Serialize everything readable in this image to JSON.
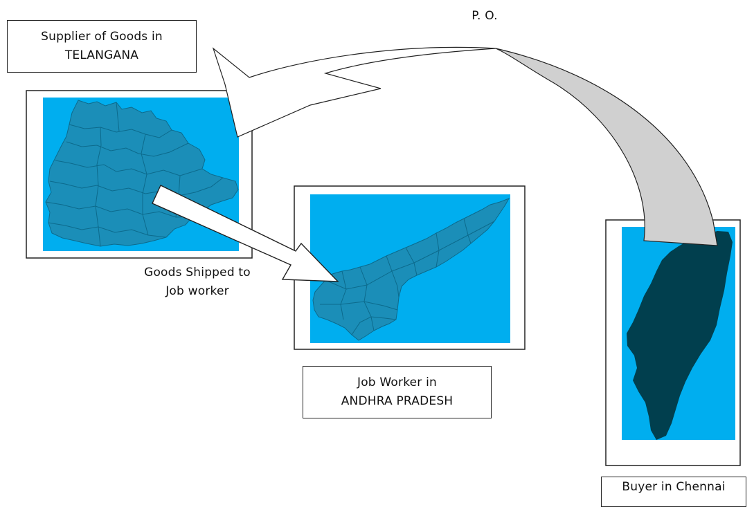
{
  "labels": {
    "purchase_order": "P. O.",
    "supplier_line1": "Supplier of Goods in",
    "supplier_line2": "TELANGANA",
    "shipment_line1": "Goods Shipped to",
    "shipment_line2": "Job worker",
    "job_worker_line1": "Job Worker in",
    "job_worker_line2": "ANDHRA PRADESH",
    "buyer": "Buyer in Chennai"
  },
  "colors": {
    "map_background": "#00AEEF",
    "telangana_fill": "#1B8EB8",
    "andhra_fill": "#1B8EB8",
    "tamilnadu_fill": "#013F4E",
    "district_border": "#0C6A8C",
    "arrow_gray": "#D0D0D0",
    "arrow_white": "#FFFFFF",
    "outline": "#222222"
  },
  "icons": {
    "telangana_map": "telangana-map-icon",
    "andhra_map": "andhra-pradesh-map-icon",
    "chennai_map": "tamil-nadu-map-icon",
    "po_arrow": "curved-arrow-icon",
    "shipment_arrow": "straight-arrow-icon"
  }
}
